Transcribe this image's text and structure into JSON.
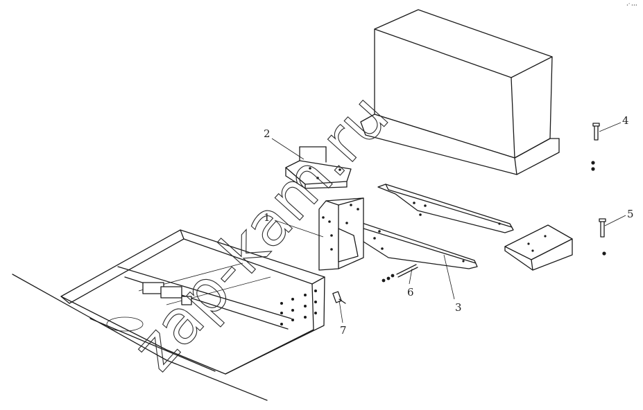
{
  "diagram": {
    "corner_mark": "•˚ •••",
    "watermark": "zap-kam.ru",
    "callouts": [
      {
        "id": "1",
        "label": "1"
      },
      {
        "id": "2",
        "label": "2"
      },
      {
        "id": "3",
        "label": "3"
      },
      {
        "id": "4",
        "label": "4"
      },
      {
        "id": "5",
        "label": "5"
      },
      {
        "id": "6",
        "label": "6"
      },
      {
        "id": "7",
        "label": "7"
      }
    ]
  }
}
